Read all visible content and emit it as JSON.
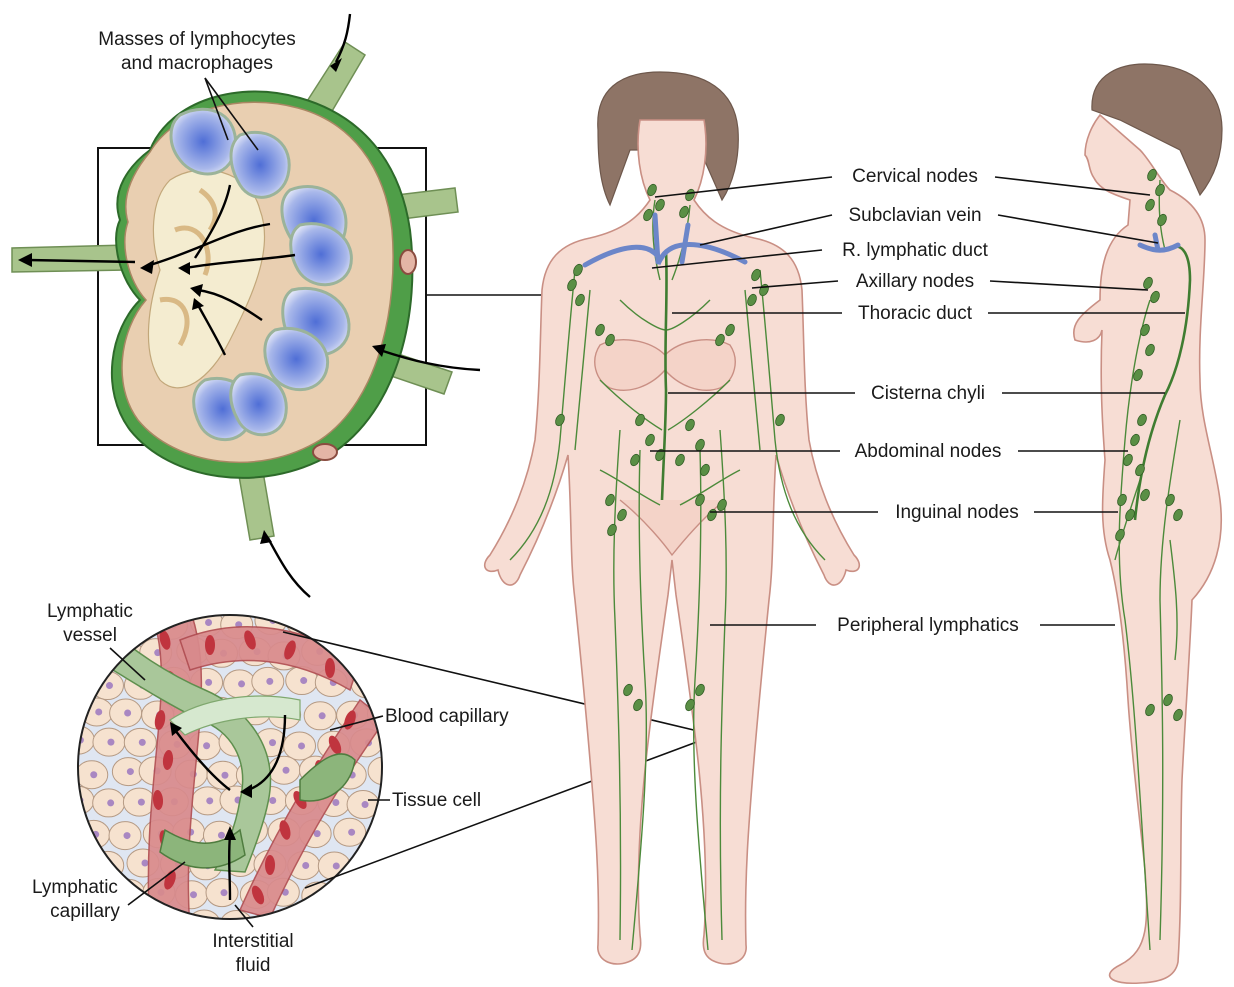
{
  "labels": {
    "masses_line1": "Masses of lymphocytes",
    "masses_line2": "and macrophages",
    "cervical": "Cervical nodes",
    "subclavian": "Subclavian vein",
    "r_lymphatic": "R. lymphatic duct",
    "axillary": "Axillary nodes",
    "thoracic": "Thoracic duct",
    "cisterna": "Cisterna chyli",
    "abdominal": "Abdominal nodes",
    "inguinal": "Inguinal nodes",
    "peripheral": "Peripheral lymphatics",
    "lymphatic_vessel_line1": "Lymphatic",
    "lymphatic_vessel_line2": "vessel",
    "blood_capillary": "Blood capillary",
    "tissue_cell": "Tissue cell",
    "lymphatic_capillary_line1": "Lymphatic",
    "lymphatic_capillary_line2": "capillary",
    "interstitial_line1": "Interstitial",
    "interstitial_line2": "fluid"
  },
  "colors": {
    "lymph_green": "#4c8a3a",
    "node_green": "#5a8f45",
    "vein_blue": "#6c86c9",
    "skin": "#f7ddd4",
    "hair": "#8e7466",
    "lymphocyte_blue": "#5d77d4",
    "blood_red": "#c0343e"
  }
}
